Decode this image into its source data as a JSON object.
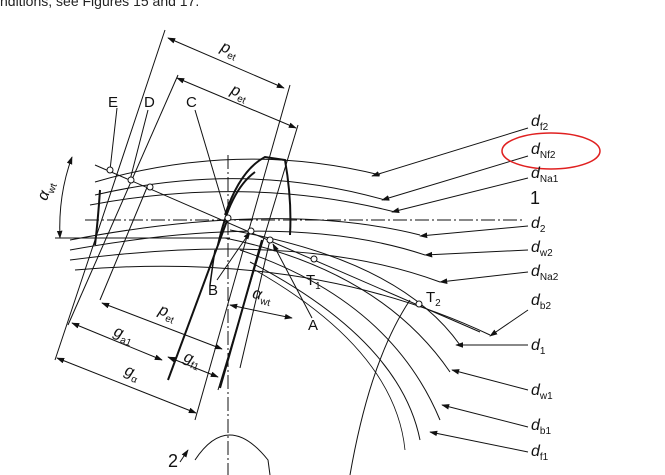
{
  "caption": "nditions, see Figures 15 and 17.",
  "points": {
    "E": "E",
    "D": "D",
    "C": "C",
    "B": "B",
    "A": "A",
    "T1": {
      "base": "T",
      "sub": "1"
    },
    "T2": {
      "base": "T",
      "sub": "2"
    },
    "one": "1",
    "two": "2"
  },
  "dimensions": {
    "pet_top": {
      "base": "p",
      "sub": "et"
    },
    "pet_second": {
      "base": "p",
      "sub": "et"
    },
    "pet_low": {
      "base": "p",
      "sub": "et"
    },
    "ga1": {
      "base": "g",
      "sub": "a1"
    },
    "gf1": {
      "base": "g",
      "sub": "f1"
    },
    "galpha": {
      "base": "g",
      "sub": "α"
    },
    "alpha_wt_left": {
      "base": "α",
      "sub": "wt"
    },
    "alpha_wt_low": {
      "base": "α",
      "sub": "wt"
    }
  },
  "diameters": [
    {
      "base": "d",
      "sub": "f2"
    },
    {
      "base": "d",
      "sub": "Nf2"
    },
    {
      "base": "d",
      "sub": "Na1"
    },
    {
      "base": "d",
      "sub": "2"
    },
    {
      "base": "d",
      "sub": "w2"
    },
    {
      "base": "d",
      "sub": "Na2"
    },
    {
      "base": "d",
      "sub": "b2"
    },
    {
      "base": "d",
      "sub": "1"
    },
    {
      "base": "d",
      "sub": "w1"
    },
    {
      "base": "d",
      "sub": "b1"
    },
    {
      "base": "d",
      "sub": "f1"
    }
  ],
  "highlight_color": "#e02020"
}
